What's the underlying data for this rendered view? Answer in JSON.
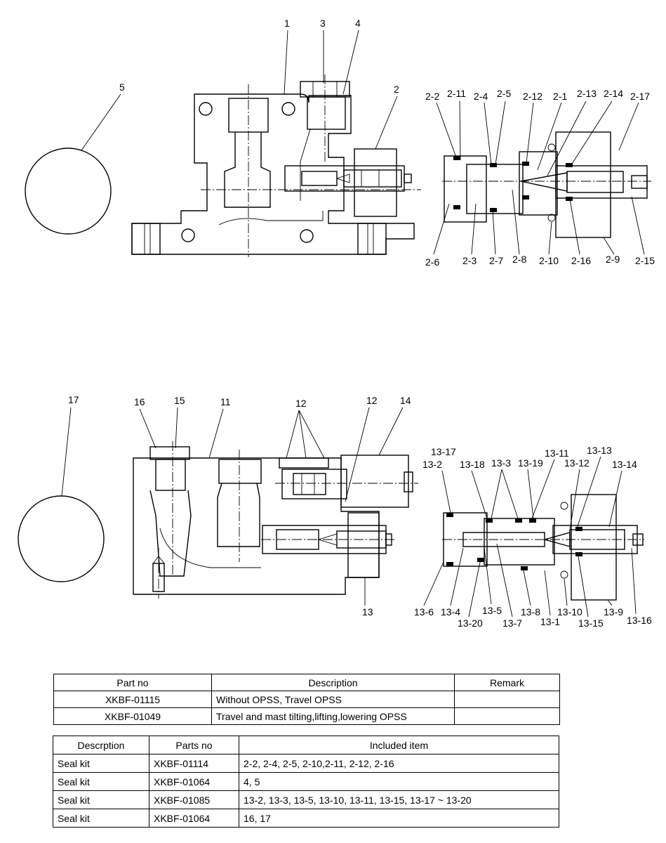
{
  "callouts": {
    "top_left": [
      "1",
      "3",
      "4",
      "2",
      "5"
    ],
    "top_right": [
      "2-2",
      "2-11",
      "2-4",
      "2-5",
      "2-12",
      "2-1",
      "2-13",
      "2-14",
      "2-17",
      "2-6",
      "2-3",
      "2-7",
      "2-8",
      "2-10",
      "2-16",
      "2-9",
      "2-15"
    ],
    "bottom_left": [
      "17",
      "16",
      "15",
      "11",
      "12",
      "12",
      "14",
      "13"
    ],
    "bottom_right": [
      "13-17",
      "13-2",
      "13-18",
      "13-3",
      "13-19",
      "13-11",
      "13-13",
      "13-12",
      "13-14",
      "13-6",
      "13-4",
      "13-20",
      "13-5",
      "13-7",
      "13-8",
      "13-1",
      "13-10",
      "13-15",
      "13-9",
      "13-16"
    ]
  },
  "models_table": {
    "headers": [
      "Part no",
      "Description",
      "Remark"
    ],
    "rows": [
      [
        "XKBF-01115",
        "Without OPSS, Travel OPSS",
        ""
      ],
      [
        "XKBF-01049",
        "Travel and mast tilting,lifting,lowering OPSS",
        ""
      ]
    ]
  },
  "kits_table": {
    "headers": [
      "Descrption",
      "Parts no",
      "Included item"
    ],
    "rows": [
      [
        "Seal kit",
        "XKBF-01114",
        "2-2, 2-4, 2-5, 2-10,2-11, 2-12, 2-16"
      ],
      [
        "Seal kit",
        "XKBF-01064",
        "4, 5"
      ],
      [
        "Seal kit",
        "XKBF-01085",
        "13-2, 13-3, 13-5, 13-10, 13-11, 13-15, 13-17 ~ 13-20"
      ],
      [
        "Seal kit",
        "XKBF-01064",
        "16, 17"
      ]
    ]
  }
}
